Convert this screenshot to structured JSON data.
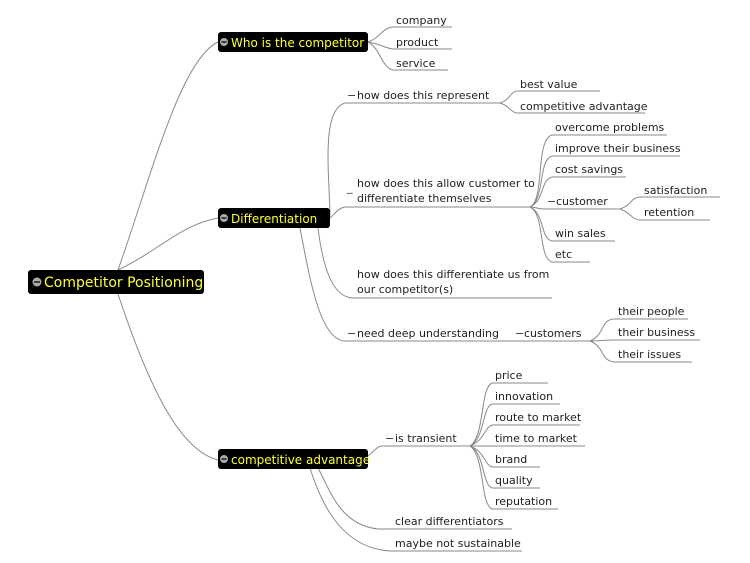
{
  "root": {
    "label": "Competitor Positioning"
  },
  "branches": {
    "who": {
      "label": "Who is the competitor",
      "children": [
        "company",
        "product",
        "service"
      ]
    },
    "diff": {
      "label": "Differentiation",
      "represent": {
        "label": "how does this represent",
        "children": [
          "best value",
          "competitive advantage"
        ]
      },
      "allow": {
        "label_line1": "how does this allow customer to",
        "label_line2": "differentiate themselves",
        "children": [
          "overcome problems",
          "improve their business",
          "cost savings",
          "win sales",
          "etc"
        ],
        "customer": {
          "label": "customer",
          "children": [
            "satisfaction",
            "retention"
          ]
        }
      },
      "us": {
        "label_line1": "how does this differentiate us from",
        "label_line2": "our competitor(s)"
      },
      "deep": {
        "label": "need deep understanding",
        "customers": {
          "label": "customers",
          "children": [
            "their people",
            "their business",
            "their issues"
          ]
        }
      }
    },
    "adv": {
      "label": "competitive advantage",
      "transient": {
        "label": "is transient",
        "children": [
          "price",
          "innovation",
          "route to market",
          "time to market",
          "brand",
          "quality",
          "reputation"
        ]
      },
      "extra": [
        "clear differentiators",
        "maybe not sustainable"
      ]
    }
  }
}
